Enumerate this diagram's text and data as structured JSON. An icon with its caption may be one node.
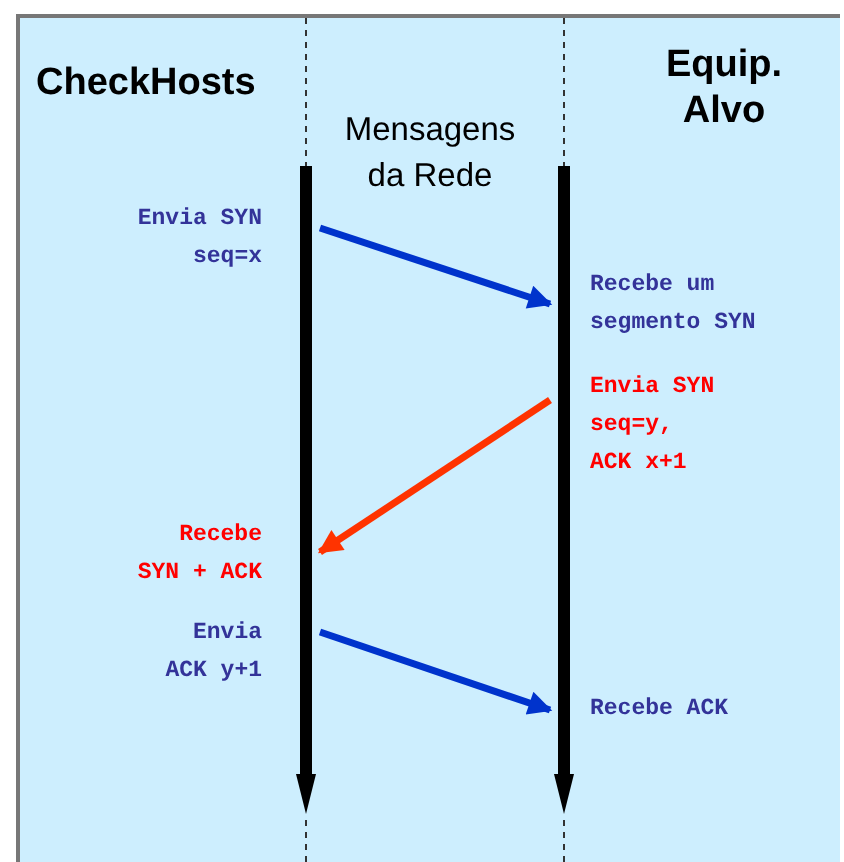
{
  "diagram": {
    "nodes": [
      {
        "text": [
          "CheckHosts"
        ]
      },
      {
        "text": [
          "Equip. Alvo"
        ]
      },
      {
        "text": [],
        "shape": "bar"
      },
      {
        "text": [],
        "shape": "bar"
      }
    ],
    "edges": [
      {
        "from": 2,
        "to": 3,
        "arrow": "to"
      },
      {
        "from": 3,
        "to": 2,
        "arrow": "to",
        "color": "#ff3300"
      },
      {
        "from": 2,
        "to": 3,
        "arrow": "to"
      }
    ],
    "labels": [
      "Mensagens da Rede",
      "Envia SYN seq=x",
      "Recebe um segmento SYN",
      "Envia SYN seq=y, ACK x+1",
      "Recebe SYN + ACK",
      "Envia ACK y+1",
      "Recebe ACK"
    ]
  }
}
